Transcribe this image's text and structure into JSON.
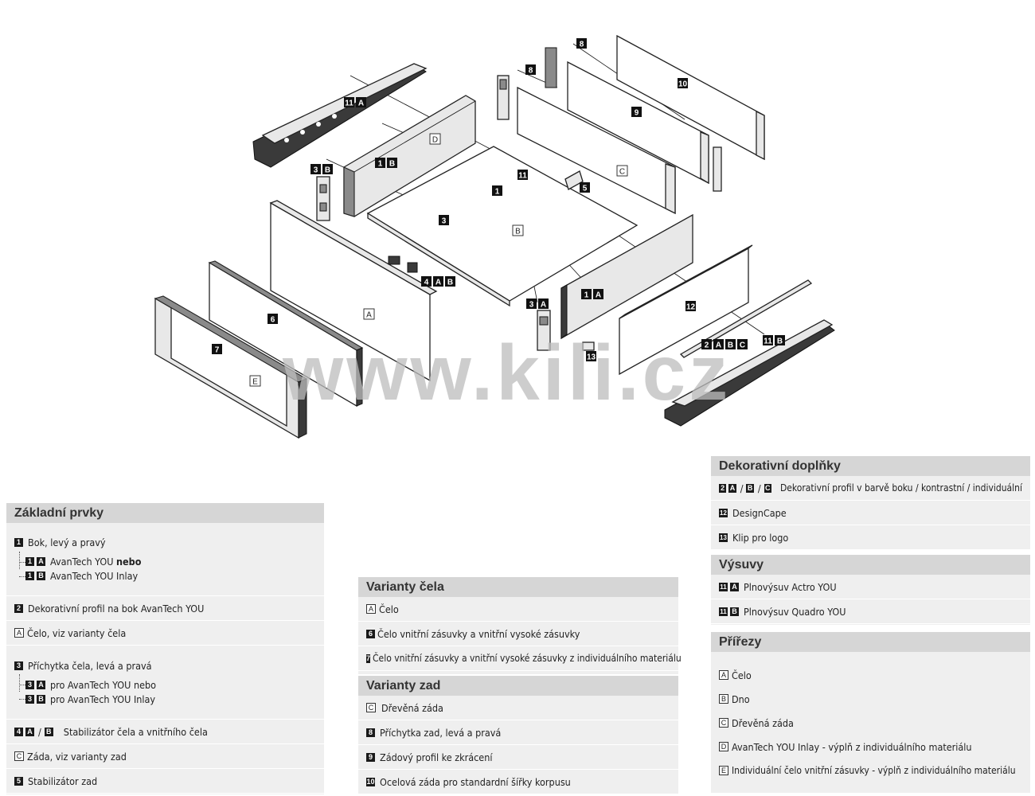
{
  "watermark": "www.kili.cz",
  "diagram": {
    "labels": {
      "l_8a": "8",
      "l_8b": "8",
      "l_10": "10",
      "l_9": "9",
      "l_11a": "11",
      "l_11aa": "A",
      "l_d": "D",
      "l_c": "C",
      "l_11": "11",
      "l_3": "3",
      "l_3b": "3",
      "l_3bb": "B",
      "l_1b": "1",
      "l_1bb": "B",
      "l_1": "1",
      "l_5": "5",
      "l_b": "B",
      "l_a": "A",
      "l_4": "4",
      "l_4a": "A",
      "l_4b": "B",
      "l_3a": "3",
      "l_3aa": "A",
      "l_1a": "1",
      "l_1aa": "A",
      "l_6": "6",
      "l_7": "7",
      "l_e": "E",
      "l_12": "12",
      "l_13": "13",
      "l_2": "2",
      "l_2a": "A",
      "l_2b": "B",
      "l_2c": "C",
      "l_11b": "11",
      "l_11bb": "B"
    }
  },
  "zakladni": {
    "title": "Základní prvky",
    "r1": {
      "n": "1",
      "text": "Bok, levý a pravý",
      "s1": {
        "n": "1",
        "l": "A",
        "text": "AvanTech YOU",
        "bold": "nebo"
      },
      "s2": {
        "n": "1",
        "l": "B",
        "text": "AvanTech YOU Inlay"
      }
    },
    "r2": {
      "n": "2",
      "text": "Dekorativní profil na bok AvanTech YOU"
    },
    "r3": {
      "l": "A",
      "text": "Čelo, viz varianty čela"
    },
    "r4": {
      "n": "3",
      "text": "Příchytka čela, levá a pravá",
      "s1": {
        "n": "3",
        "l": "A",
        "text": "pro AvanTech YOU nebo"
      },
      "s2": {
        "n": "3",
        "l": "B",
        "text": "pro AvanTech YOU Inlay"
      }
    },
    "r5": {
      "n": "4",
      "l1": "A",
      "sep": "/",
      "l2": "B",
      "text": "Stabilizátor čela a vnitřního čela"
    },
    "r6": {
      "l": "C",
      "text": "Záda, viz varianty zad"
    },
    "r7": {
      "n": "5",
      "text": "Stabilizátor zad"
    }
  },
  "cela": {
    "title": "Varianty čela",
    "r1": {
      "l": "A",
      "text": "Čelo"
    },
    "r2": {
      "n": "6",
      "text": "Čelo vnitřní zásuvky a vnitřní vysoké zásuvky"
    },
    "r3": {
      "n": "7",
      "text": "Čelo vnitřní zásuvky a vnitřní vysoké zásuvky z individuálního materiálu"
    }
  },
  "zad": {
    "title": "Varianty zad",
    "r1": {
      "l": "C",
      "text": "Dřevěná záda"
    },
    "r2": {
      "n": "8",
      "text": "Příchytka zad, levá a pravá"
    },
    "r3": {
      "n": "9",
      "text": "Zádový profil ke zkrácení"
    },
    "r4": {
      "n": "10",
      "text": "Ocelová záda pro standardní šířky korpusu"
    }
  },
  "doplnky": {
    "title": "Dekorativní doplňky",
    "r1": {
      "n": "2",
      "b1": "A",
      "b2": "B",
      "b3": "C",
      "sep": "/",
      "text": "Dekorativní profil v barvě boku / kontrastní / individuální"
    },
    "r2": {
      "n": "12",
      "text": "DesignCape"
    },
    "r3": {
      "n": "13",
      "text": "Klip pro logo"
    }
  },
  "vysuvy": {
    "title": "Výsuvy",
    "r1": {
      "n": "11",
      "l": "A",
      "text": "Plnovýsuv Actro YOU"
    },
    "r2": {
      "n": "11",
      "l": "B",
      "text": "Plnovýsuv Quadro YOU"
    }
  },
  "prirezy": {
    "title": "Přířezy",
    "r1": {
      "l": "A",
      "text": "Čelo"
    },
    "r2": {
      "l": "B",
      "text": "Dno"
    },
    "r3": {
      "l": "C",
      "text": "Dřevěná záda"
    },
    "r4": {
      "l": "D",
      "text": "AvanTech YOU Inlay - výplň z individuálního materiálu"
    },
    "r5": {
      "l": "E",
      "text": "Individuální čelo vnitřní zásuvky - výplň z individuálního materiálu"
    }
  }
}
